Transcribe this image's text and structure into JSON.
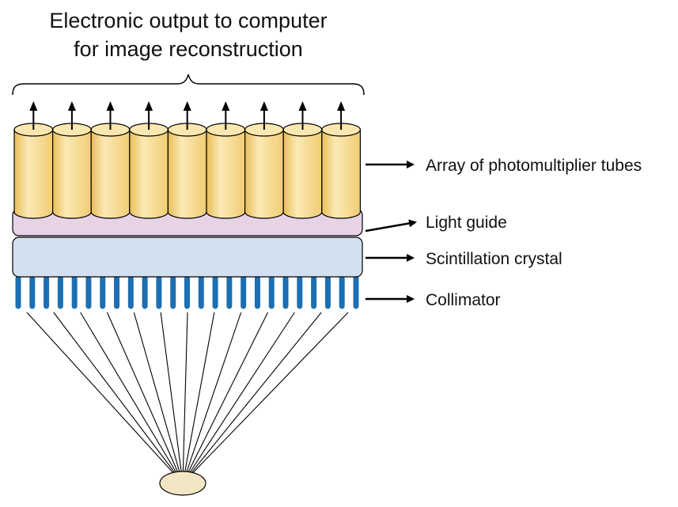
{
  "title": {
    "line1": "Electronic output to computer",
    "line2": "for image reconstruction"
  },
  "labels": {
    "pmt_array": "Array of photomultiplier tubes",
    "light_guide": "Light guide",
    "crystal": "Scintillation crystal",
    "collimator": "Collimator"
  },
  "components": {
    "pmt_count": 9,
    "collimator_septa_count": 25,
    "ray_count": 13
  },
  "colors": {
    "pmt_fill_light": "#fbe7b0",
    "pmt_fill_mid": "#f4d27a",
    "pmt_fill_dark": "#e9bd55",
    "light_guide": "#e6d3e6",
    "crystal": "#d3e0f0",
    "collimator": "#1b6fb2",
    "source": "#f3e6c4",
    "stroke": "#000000"
  }
}
